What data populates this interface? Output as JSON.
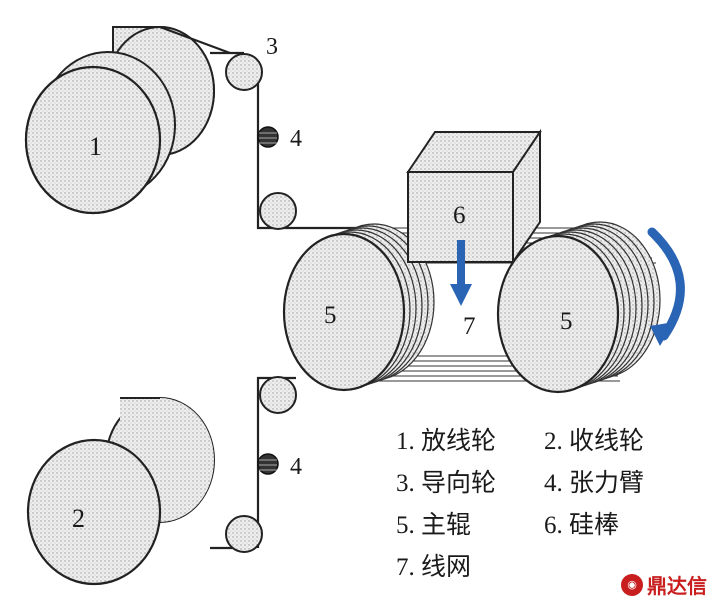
{
  "labels": {
    "payoff_wheel": "1",
    "takeup_wheel": "2",
    "guide_wheel": "3",
    "tension_arm_top": "4",
    "tension_arm_bottom": "4",
    "main_roller_left": "5",
    "main_roller_right": "5",
    "silicon_rod": "6",
    "wire_net": "7"
  },
  "legend": [
    {
      "text": "1. 放线轮"
    },
    {
      "text": "2. 收线轮"
    },
    {
      "text": "3. 导向轮"
    },
    {
      "text": "4. 张力臂"
    },
    {
      "text": "5. 主辊"
    },
    {
      "text": "6. 硅棒"
    },
    {
      "text": "7. 线网"
    }
  ],
  "watermark": {
    "text": "鼎达信"
  },
  "colors": {
    "roller_fill": "#e6e6e6",
    "outline": "#222222",
    "arrow": "#2a64b4",
    "watermark": "#c81e1e"
  }
}
